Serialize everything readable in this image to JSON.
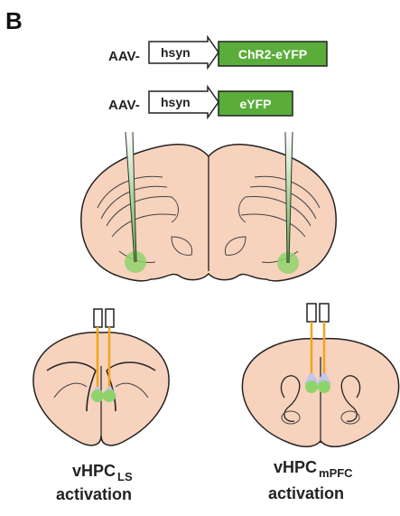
{
  "figure": {
    "panel_letter": "B",
    "constructs": [
      {
        "prefix": "AAV-",
        "promoter": "hsyn",
        "gene": "ChR2-eYFP"
      },
      {
        "prefix": "AAV-",
        "promoter": "hsyn",
        "gene": "eYFP"
      }
    ],
    "left_caption": {
      "main": "vHPC",
      "sub": "LS",
      "line2": "activation"
    },
    "right_caption": {
      "main": "vHPC",
      "sub": "mPFC",
      "line2": "activation"
    }
  },
  "colors": {
    "tissue": "#f7d2bd",
    "outline": "#222222",
    "construct_green": "#5aad3b",
    "injection_green": "#8fd46b",
    "optic_fiber": "#f2a41c",
    "fiber_tip": "#c6c4ea"
  }
}
